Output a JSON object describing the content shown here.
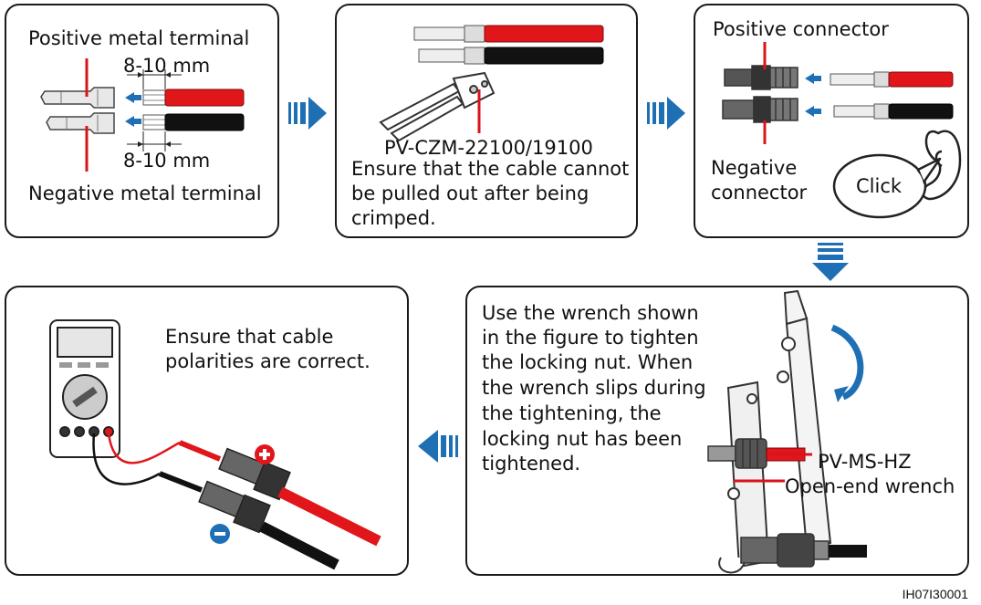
{
  "step1": {
    "positive_label": "Positive metal terminal",
    "negative_label": "Negative metal terminal",
    "strip_length_top": "8-10 mm",
    "strip_length_bottom": "8-10 mm"
  },
  "step2": {
    "tool_label": "PV-CZM-22100/19100",
    "instruction_line1": "Ensure that the cable cannot",
    "instruction_line2": "be pulled out after being",
    "instruction_line3": "crimped."
  },
  "step3": {
    "positive_label": "Positive connector",
    "negative_label_line1": "Negative",
    "negative_label_line2": "connector",
    "sound_label": "Click"
  },
  "step4": {
    "instruction_lines": [
      "Use the wrench shown",
      "in the figure to tighten",
      "the locking nut. When",
      "the wrench slips during",
      "the tightening, the",
      "locking nut has been",
      "tightened."
    ],
    "wrench_model": "PV-MS-HZ",
    "wrench_type": "Open-end wrench"
  },
  "step5": {
    "instruction_line1": "Ensure that cable",
    "instruction_line2": "polarities are correct."
  },
  "figure_id": "IH07I30001",
  "colors": {
    "accent_blue": "#1f6fb5",
    "cable_red": "#e0161b",
    "cable_black": "#111111",
    "callout_red": "#d9141b"
  }
}
